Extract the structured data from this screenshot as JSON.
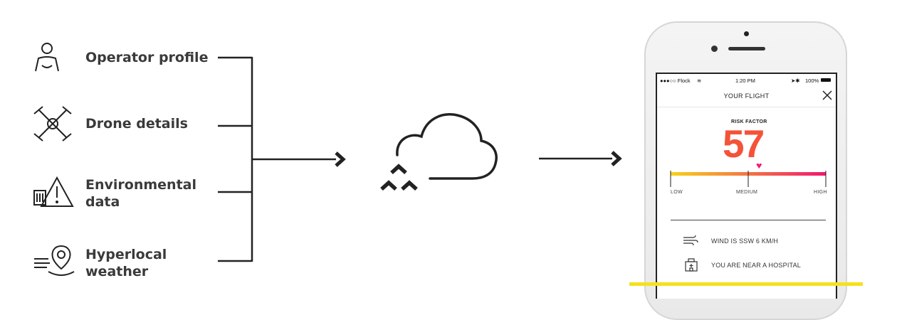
{
  "inputs": [
    {
      "label_lines": [
        "Operator profile"
      ],
      "icon": "person-icon"
    },
    {
      "label_lines": [
        "Drone details"
      ],
      "icon": "drone-icon"
    },
    {
      "label_lines": [
        "Environmental",
        "data"
      ],
      "icon": "building-warning-icon"
    },
    {
      "label_lines": [
        "Hyperlocal",
        "weather"
      ],
      "icon": "wind-location-icon"
    }
  ],
  "phone": {
    "status": {
      "carrier": "●●●○○ Flock",
      "time": "1:20 PM",
      "battery": "100%"
    },
    "title": "YOUR FLIGHT",
    "risk_label": "RISK FACTOR",
    "risk_value": "57",
    "risk_level_fraction": 0.57,
    "scale": {
      "low": "LOW",
      "medium": "MEDIUM",
      "high": "HIGH"
    },
    "info": [
      {
        "icon": "wind-icon",
        "text": "WIND IS SSW 6 KM/H"
      },
      {
        "icon": "hospital-icon",
        "text": "YOU ARE NEAR A HOSPITAL"
      }
    ]
  },
  "colors": {
    "risk": "#f4533a",
    "gradient_start": "#f7d21a",
    "gradient_end": "#f0186e",
    "accent_bar": "#f5e11c",
    "lines": "#222222"
  }
}
